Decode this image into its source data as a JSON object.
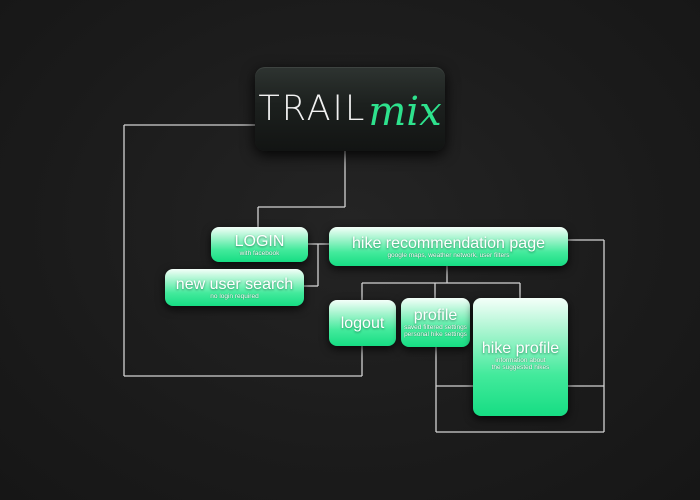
{
  "logo": {
    "part1": "TRAIL",
    "part2": "mix",
    "accent_color": "#2ee28d"
  },
  "nodes": {
    "login": {
      "title": "LOGIN",
      "subtitle": "with facebook"
    },
    "new_user_search": {
      "title": "new user search",
      "subtitle": "no login required"
    },
    "hike_recommendation": {
      "title": "hike recommendation page",
      "subtitle": "google maps, weather network, user filters"
    },
    "logout": {
      "title": "logout"
    },
    "profile": {
      "title": "profile",
      "subtitle_line1": "saved filtered settings",
      "subtitle_line2": "personal hike settings"
    },
    "hike_profile": {
      "title": "hike profile",
      "subtitle_line1": "information about",
      "subtitle_line2": "the suggested hikes"
    }
  },
  "colors": {
    "background": "#1b1b1b",
    "node_green": "#16dd83",
    "connector": "#d2d2d2"
  }
}
